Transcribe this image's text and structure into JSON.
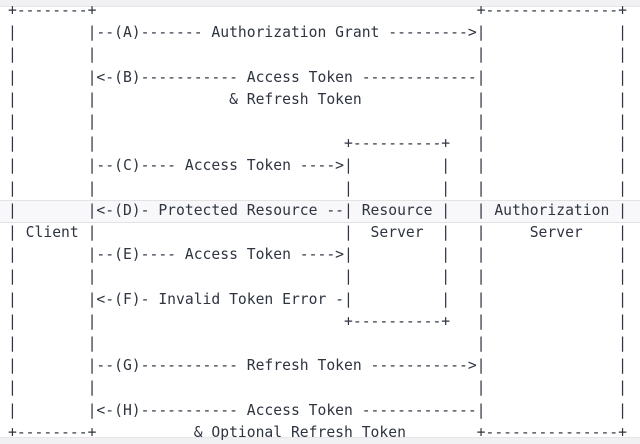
{
  "diagram": {
    "kind": "ascii-flow-diagram",
    "entities": {
      "client": "Client",
      "resource_server": "Resource Server",
      "authorization_server": "Authorization Server"
    },
    "steps": [
      {
        "id": "(A)",
        "label": "Authorization Grant",
        "direction": "client-to-authorization-server"
      },
      {
        "id": "(B)",
        "label": "Access Token & Refresh Token",
        "direction": "authorization-server-to-client"
      },
      {
        "id": "(C)",
        "label": "Access Token",
        "direction": "client-to-resource-server"
      },
      {
        "id": "(D)",
        "label": "Protected Resource",
        "direction": "resource-server-to-client"
      },
      {
        "id": "(E)",
        "label": "Access Token",
        "direction": "client-to-resource-server"
      },
      {
        "id": "(F)",
        "label": "Invalid Token Error",
        "direction": "resource-server-to-client"
      },
      {
        "id": "(G)",
        "label": "Refresh Token",
        "direction": "client-to-authorization-server"
      },
      {
        "id": "(H)",
        "label": "Access Token & Optional Refresh Token",
        "direction": "authorization-server-to-client"
      }
    ],
    "lines": [
      "+--------+                                           +---------------+",
      "|        |--(A)------- Authorization Grant --------->|               |",
      "|        |                                           |               |",
      "|        |<-(B)----------- Access Token -------------|               |",
      "|        |               & Refresh Token             |               |",
      "|        |                                           |               |",
      "|        |                            +----------+   |               |",
      "|        |--(C)---- Access Token ---->|          |   |               |",
      "|        |                            |          |   |               |",
      "|        |<-(D)- Protected Resource --| Resource |   | Authorization |",
      "| Client |                            |  Server  |   |     Server    |",
      "|        |--(E)---- Access Token ---->|          |   |               |",
      "|        |                            |          |   |               |",
      "|        |<-(F)- Invalid Token Error -|          |   |               |",
      "|        |                            +----------+   |               |",
      "|        |                                           |               |",
      "|        |--(G)----------- Refresh Token ----------->|               |",
      "|        |                                           |               |",
      "|        |<-(H)----------- Access Token -------------|               |",
      "+--------+           & Optional Refresh Token        +---------------+"
    ]
  },
  "colors": {
    "text": "#2e3440",
    "background": "#ffffff",
    "edge_stripe": "#f1f1f3",
    "stripe_line": "#e6e6e9",
    "row_highlight_fill": "#f8f8fa",
    "row_highlight_line": "#e3e3e6"
  }
}
